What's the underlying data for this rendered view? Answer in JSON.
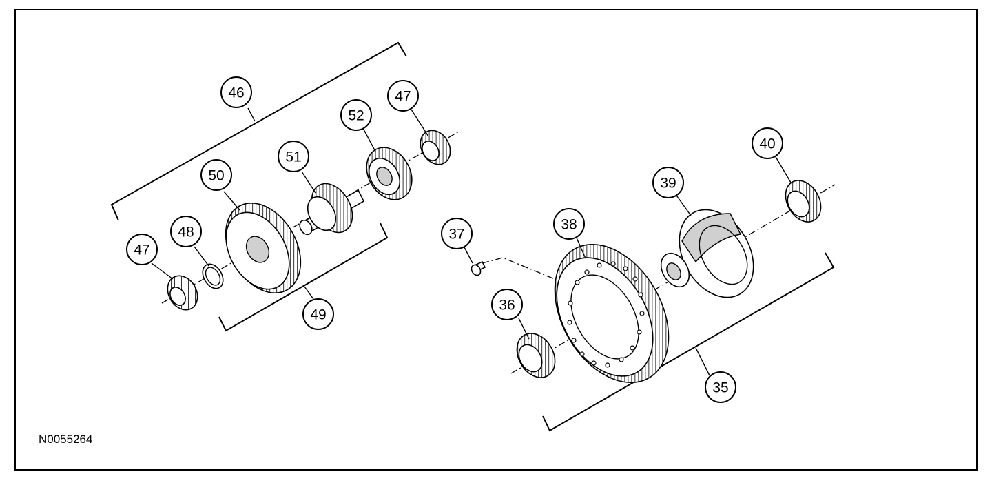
{
  "figure_id": "N0055264",
  "callouts": [
    {
      "id": "c35",
      "label": "35"
    },
    {
      "id": "c36",
      "label": "36"
    },
    {
      "id": "c37",
      "label": "37"
    },
    {
      "id": "c38",
      "label": "38"
    },
    {
      "id": "c39",
      "label": "39"
    },
    {
      "id": "c40",
      "label": "40"
    },
    {
      "id": "c46",
      "label": "46"
    },
    {
      "id": "c47a",
      "label": "47"
    },
    {
      "id": "c47b",
      "label": "47"
    },
    {
      "id": "c48",
      "label": "48"
    },
    {
      "id": "c49",
      "label": "49"
    },
    {
      "id": "c50",
      "label": "50"
    },
    {
      "id": "c51",
      "label": "51"
    },
    {
      "id": "c52",
      "label": "52"
    }
  ]
}
